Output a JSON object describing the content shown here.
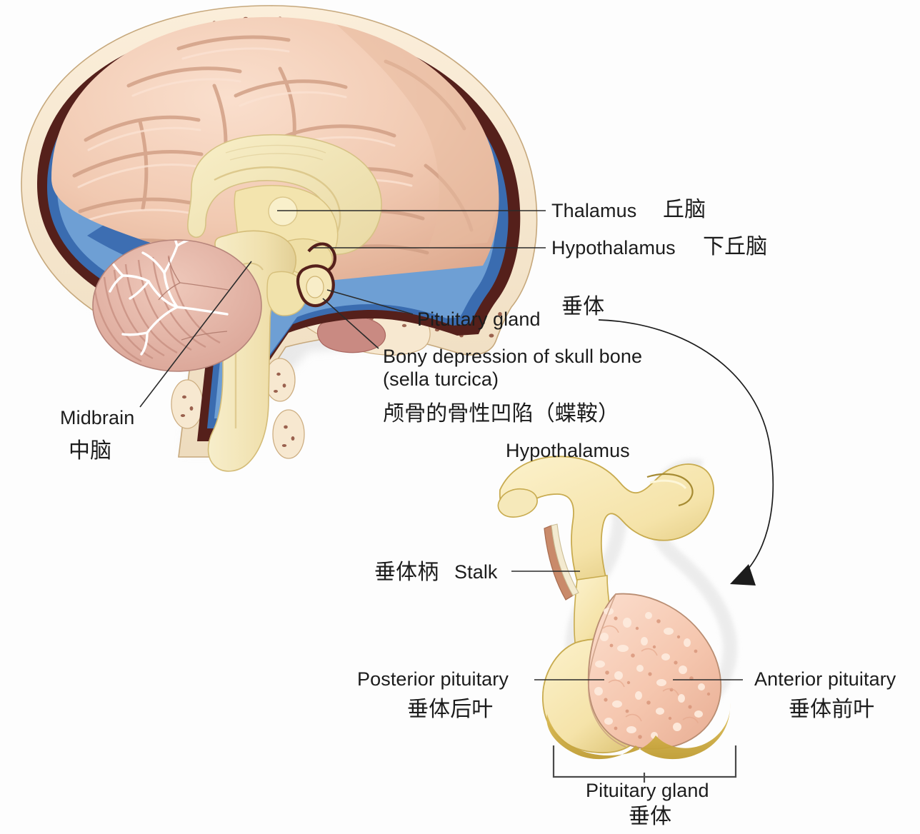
{
  "figure": {
    "title_en": "Pituitary gland",
    "title_cn": "垂体"
  },
  "colors": {
    "skull_bone": "#f5e2c8",
    "diploe_speckle": "#8a4a38",
    "dura": "#55201b",
    "sinus_blue": "#3a6cb0",
    "sinus_blue_light": "#6e9fd4",
    "cortex_pink": "#f2cdb6",
    "cortex_shadow": "#ddab92",
    "corpus_callosum": "#f2e6b9",
    "brainstem_cream": "#f3e7bb",
    "cerebellum": "#e8b9ab",
    "arbor_vitae": "#ffffff",
    "anterior_pituitary": "#f6c9b3",
    "posterior_pituitary": "#f7e7b4",
    "gland_rim": "#c8a83e",
    "mucosa_rose": "#c98a82",
    "leader_line": "#2b2b2b",
    "text": "#1c1c1c",
    "background": "#fdfdfd"
  },
  "labels": {
    "thalamus": {
      "en": "Thalamus",
      "cn": "丘脑"
    },
    "hypothalamus": {
      "en": "Hypothalamus",
      "cn": "下丘脑"
    },
    "pituitary_gland": {
      "en": "Pituitary gland",
      "cn": "垂体"
    },
    "sella": {
      "en_line1": "Bony depression of skull bone",
      "en_line2": "(sella turcica)",
      "cn": "颅骨的骨性凹陷（蝶鞍）"
    },
    "midbrain": {
      "en": "Midbrain",
      "cn": "中脑"
    },
    "hypothalamus_detail": {
      "en": "Hypothalamus"
    },
    "stalk": {
      "cn": "垂体柄",
      "en": "Stalk"
    },
    "posterior_pituitary": {
      "en": "Posterior pituitary",
      "cn": "垂体后叶"
    },
    "anterior_pituitary": {
      "en": "Anterior pituitary",
      "cn": "垂体前叶"
    },
    "pituitary_bracket": {
      "en": "Pituitary gland",
      "cn": "垂体"
    }
  },
  "icons": {
    "curved_arrow": "curved-arrow-icon",
    "bracket": "bracket-icon"
  }
}
